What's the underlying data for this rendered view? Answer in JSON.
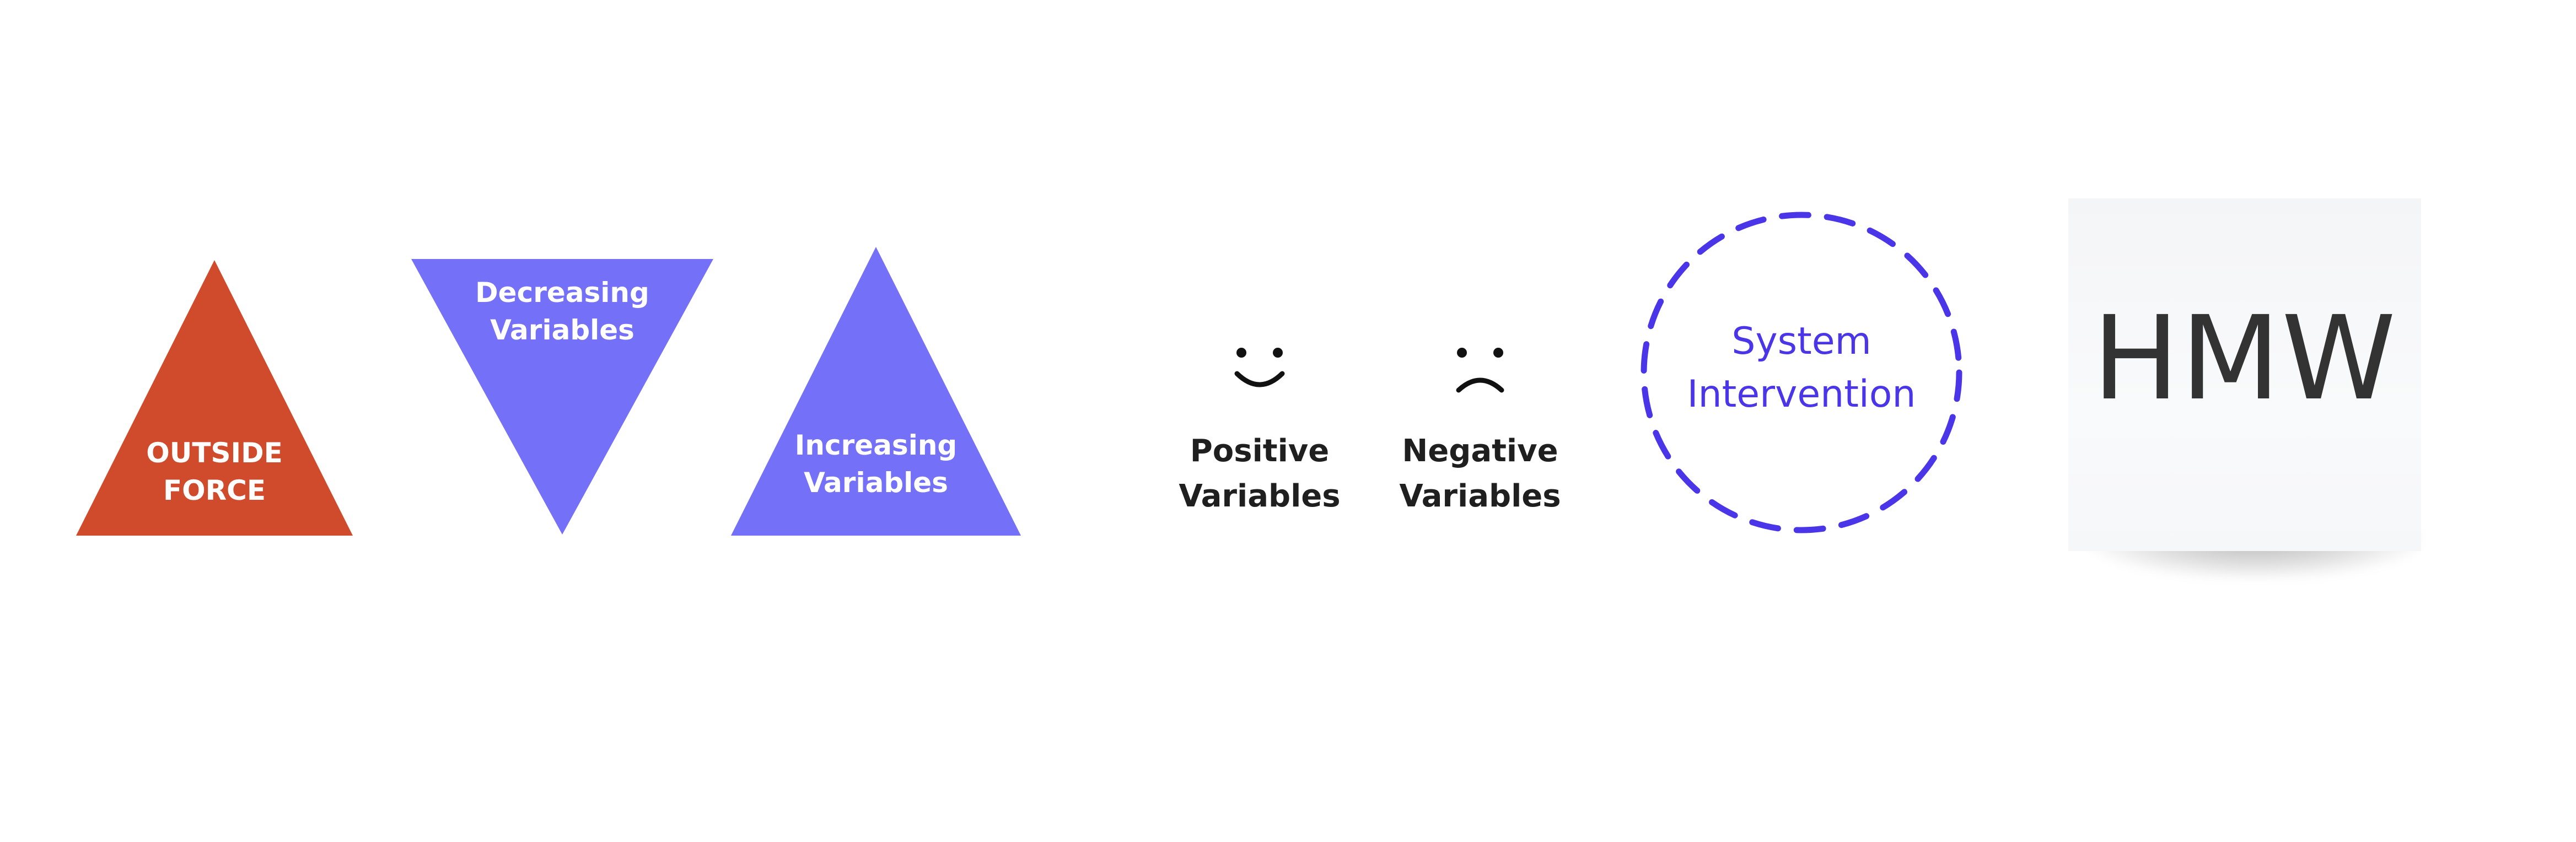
{
  "shapes": {
    "outside_force": {
      "line1": "OUTSIDE",
      "line2": "FORCE",
      "color": "#d04a2c"
    },
    "decreasing": {
      "line1": "Decreasing",
      "line2": "Variables",
      "color": "#7570f8"
    },
    "increasing": {
      "line1": "Increasing",
      "line2": "Variables",
      "color": "#7570f8"
    }
  },
  "faces": {
    "positive": {
      "icon": "smiley-face-icon",
      "line1": "Positive",
      "line2": "Variables"
    },
    "negative": {
      "icon": "frowning-face-icon",
      "line1": "Negative",
      "line2": "Variables"
    }
  },
  "intervention": {
    "line1": "System",
    "line2": "Intervention",
    "color": "#4a35e8"
  },
  "sticky_note": {
    "text": "HMW"
  }
}
